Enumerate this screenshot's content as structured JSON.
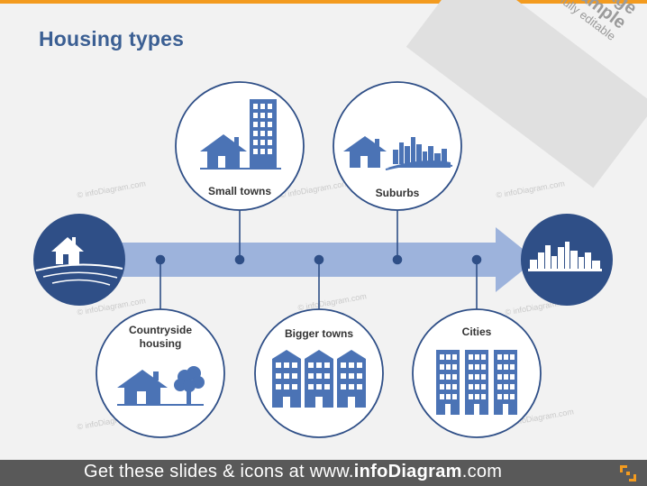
{
  "title": "Housing types",
  "corner_badge": {
    "line1": "Usage",
    "line2": "example",
    "line3": "fully editable"
  },
  "nodes": {
    "small_towns": "Small towns",
    "suburbs": "Suburbs",
    "countryside_line1": "Countryside",
    "countryside_line2": "housing",
    "bigger_towns": "Bigger towns",
    "cities": "Cities"
  },
  "watermark": "© infoDiagram.com",
  "footer": {
    "prefix": "Get these slides & icons at www.",
    "brand": "infoDiagram",
    "suffix": ".com"
  },
  "colors": {
    "accent": "#2f4f87",
    "arrow": "#9db3dc",
    "title": "#3b5f93",
    "top_line": "#f39b1f",
    "footer_bg": "#595959"
  },
  "icons": [
    "house-icon",
    "skyscraper-icon",
    "skyline-icon",
    "farmhouse-icon",
    "city-skyline-icon",
    "tree-icon",
    "apartment-block-icon",
    "tower-block-icon"
  ]
}
